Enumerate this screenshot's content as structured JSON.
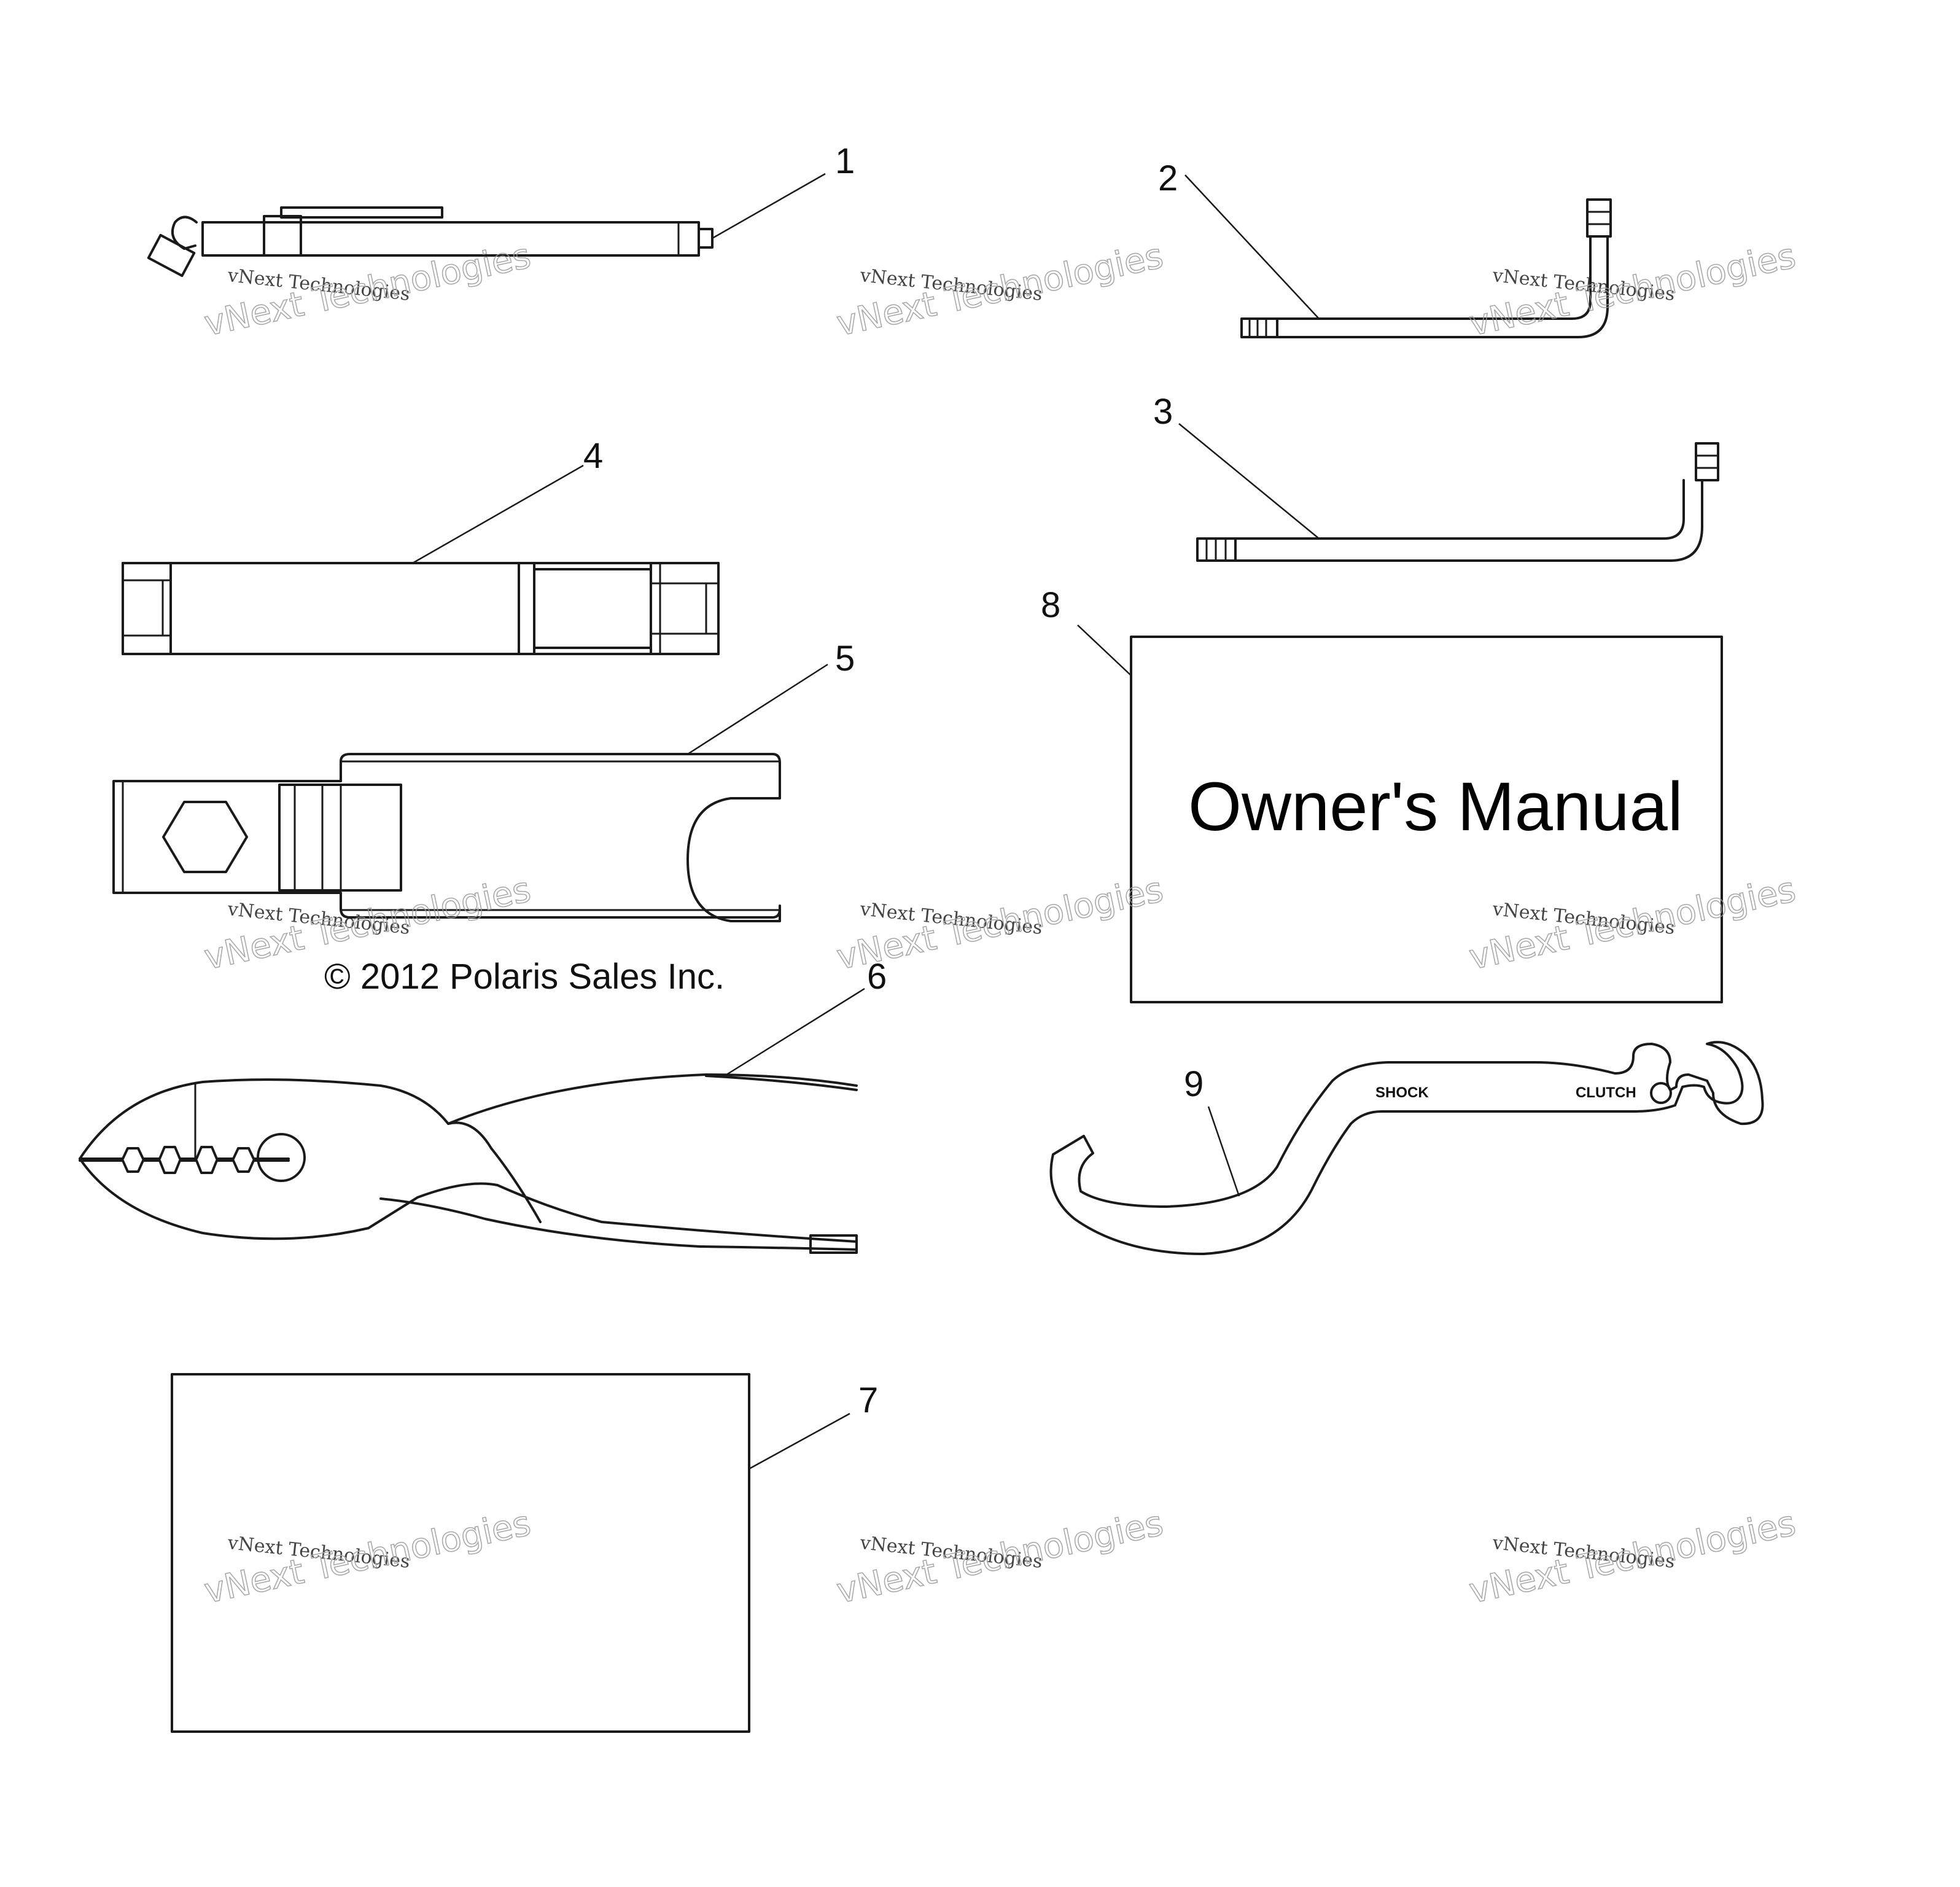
{
  "callouts": {
    "c1": "1",
    "c2": "2",
    "c3": "3",
    "c4": "4",
    "c5": "5",
    "c6": "6",
    "c7": "7",
    "c8": "8",
    "c9": "9"
  },
  "manual": {
    "title": "Owner's Manual"
  },
  "wrench_labels": {
    "shock": "SHOCK",
    "clutch": "CLUTCH"
  },
  "copyright": "© 2012 Polaris Sales Inc.",
  "watermark": {
    "line1": "vNext Technologies",
    "line2": "vNext Technologies"
  }
}
